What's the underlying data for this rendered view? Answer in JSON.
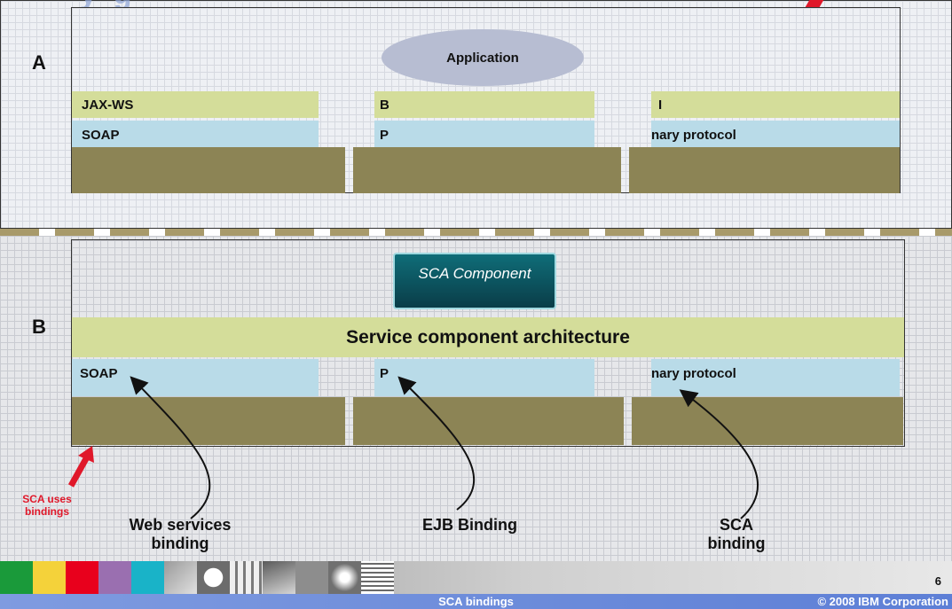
{
  "panel_a": {
    "letter": "A",
    "oval": "Application",
    "row1": [
      "JAX-WS",
      "B",
      "I"
    ],
    "row2": [
      "SOAP",
      "P",
      "nary protocol"
    ]
  },
  "panel_b": {
    "letter": "B",
    "component": "SCA Component",
    "sca_bar": "Service component architecture",
    "row": [
      "SOAP",
      "P",
      "nary protocol"
    ],
    "callout": "SCA uses bindings",
    "bindings": [
      "Web services binding",
      "EJB Binding",
      "SCA binding"
    ]
  },
  "footer": {
    "page": "6",
    "title": "SCA bindings",
    "copyright": "© 2008 IBM Corporation",
    "swatches": [
      "#1a9a3a",
      "#f4d23a",
      "#e8001c",
      "#9a6fb0",
      "#19b3c8"
    ]
  },
  "colors": {
    "accent_red": "#e0182a",
    "blue_band": "#b9dbe8",
    "green_band": "#d4dd9a",
    "olive": "#8c8455"
  }
}
